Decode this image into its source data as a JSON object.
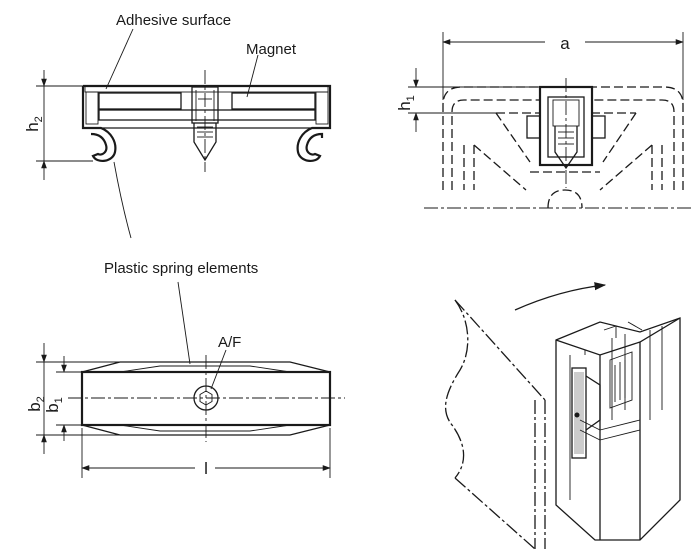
{
  "labels": {
    "adhesive_surface": "Adhesive surface",
    "magnet": "Magnet",
    "plastic_spring_elements": "Plastic spring elements",
    "across_flats": "A/F"
  },
  "dimensions": {
    "a": "a",
    "h1_base": "h",
    "h1_sub": "1",
    "h2_base": "h",
    "h2_sub": "2",
    "b1_base": "b",
    "b1_sub": "1",
    "b2_base": "b",
    "b2_sub": "2",
    "l": "l"
  },
  "colors": {
    "line": "#1a1a1a",
    "magnet_fill": "#d9d9d9",
    "background": "#ffffff"
  }
}
